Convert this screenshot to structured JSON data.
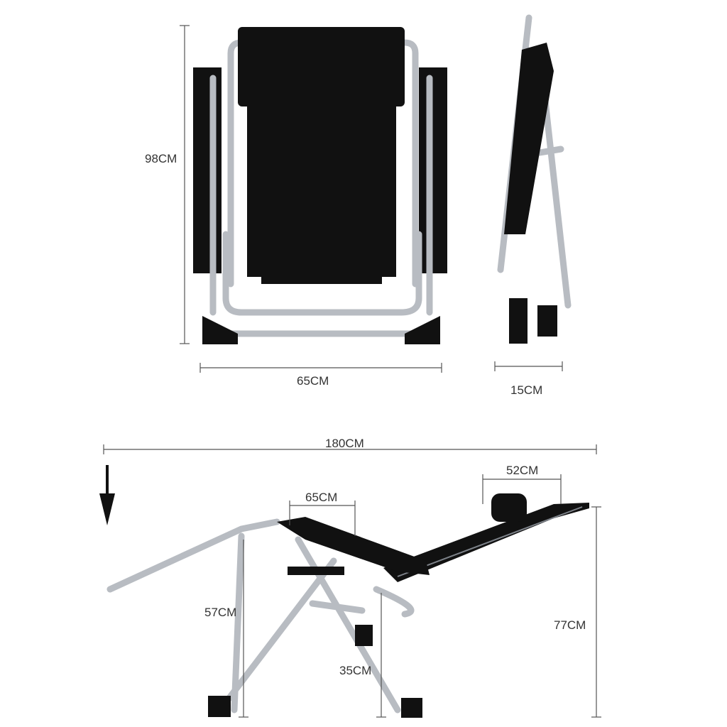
{
  "front_view": {
    "height_label": "98CM",
    "width_label": "65CM"
  },
  "side_view": {
    "depth_label": "15CM"
  },
  "reclined_view": {
    "length_label": "180CM",
    "headrest_label": "52CM",
    "armrest_label": "65CM",
    "arm_height_label": "57CM",
    "seat_height_label": "35CM",
    "total_height_label": "77CM",
    "arrow_icon": "arrow-down-icon"
  },
  "colors": {
    "frame": "#b8bcc2",
    "fabric": "#111111",
    "dimension_line": "#555555"
  }
}
